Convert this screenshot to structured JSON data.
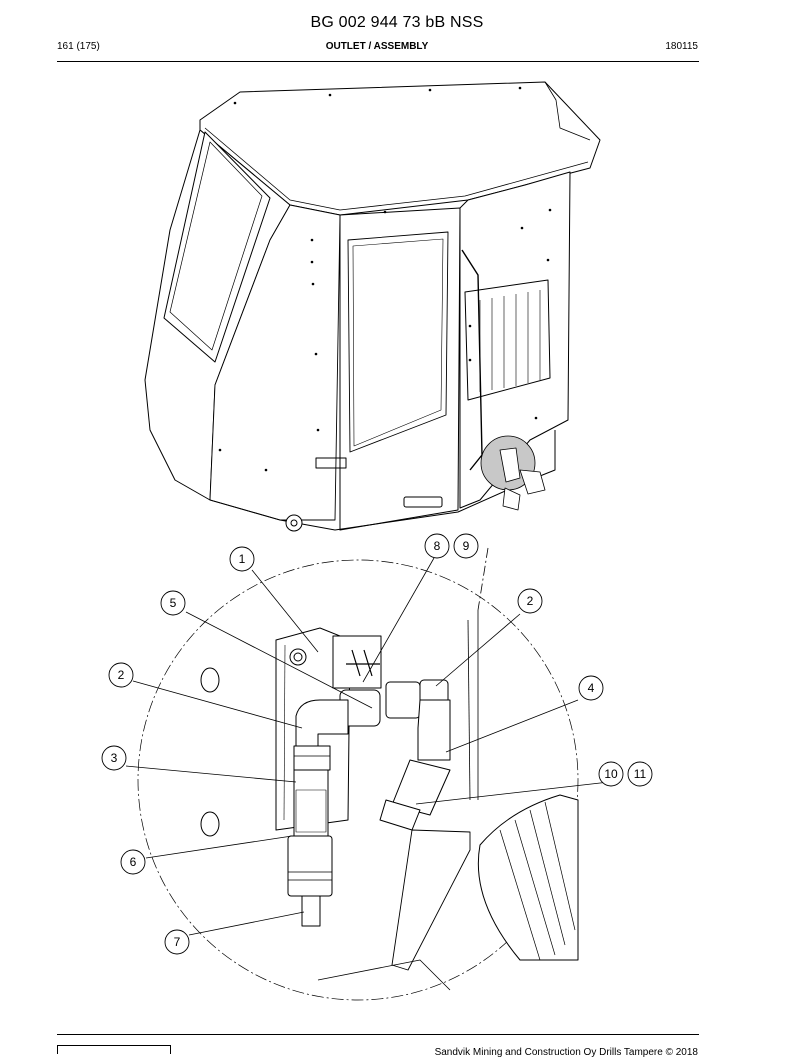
{
  "header": {
    "doc_title": "BG 002 944 73 bB NSS",
    "page": "161 (175)",
    "section": "OUTLET / ASSEMBLY",
    "date": "180115"
  },
  "footer": {
    "copyright": "Sandvik Mining and Construction Oy Drills Tampere © 2018"
  },
  "callouts": [
    "1",
    "2",
    "2",
    "3",
    "4",
    "5",
    "6",
    "7",
    "8",
    "9",
    "10",
    "11"
  ]
}
